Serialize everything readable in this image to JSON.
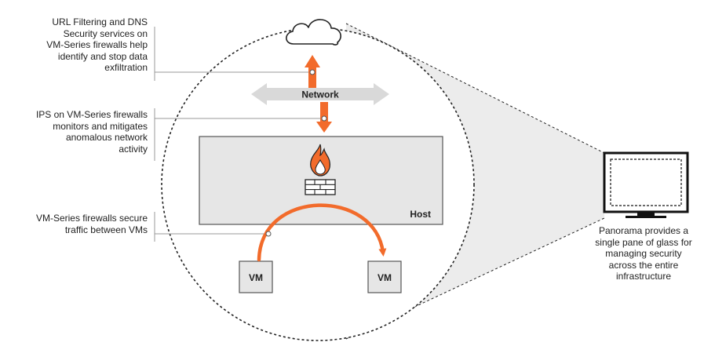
{
  "colors": {
    "accent": "#f26b2b",
    "gray_box": "#e6e6e6",
    "gray_arrow": "#d9d9d9",
    "line": "#555555"
  },
  "annotations": {
    "url_filtering": "URL Filtering and DNS\nSecurity services on\nVM-Series firewalls help\nidentify and stop data\nexfiltration",
    "ips": "IPS on VM-Series firewalls\nmonitors and mitigates\nanomalous network\nactivity",
    "vm_traffic": "VM-Series firewalls secure\ntraffic between VMs",
    "panorama": "Panorama provides a\nsingle pane of glass for\nmanaging security\nacross the entire\ninfrastructure"
  },
  "labels": {
    "network": "Network",
    "host": "Host",
    "vm_left": "VM",
    "vm_right": "VM"
  },
  "icons": {
    "cloud": "cloud-icon",
    "firewall": "firewall-flame-icon",
    "monitor": "monitor-icon"
  }
}
